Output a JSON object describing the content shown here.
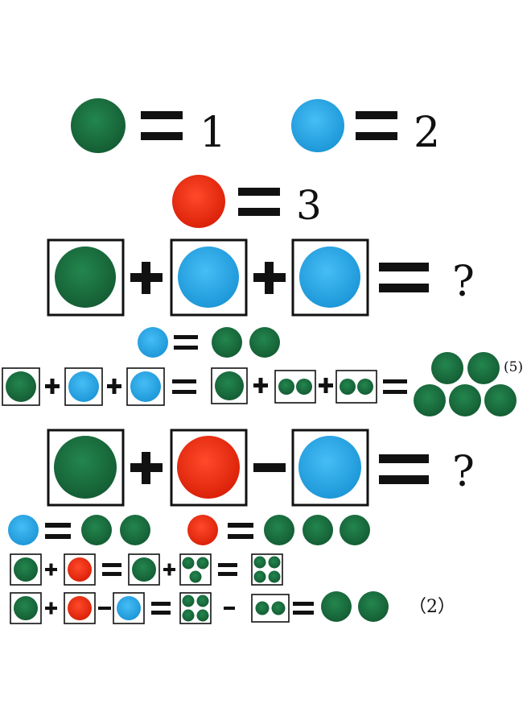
{
  "colors": {
    "green": "#1a7040",
    "blue": "#2aa8e8",
    "red": "#f02a10",
    "ink": "#111111"
  },
  "legend": [
    {
      "icon": "green-circle",
      "color": "green",
      "value": "1"
    },
    {
      "icon": "blue-circle",
      "color": "blue",
      "value": "2"
    },
    {
      "icon": "red-circle",
      "color": "red",
      "value": "3"
    }
  ],
  "problem1": {
    "question": "?",
    "hint_equivalence": {
      "blue": 2
    },
    "answer_label": "(5)",
    "answer_dots": 5
  },
  "problem2": {
    "question": "?",
    "hint_equivalence": {
      "blue": 2,
      "red": 3
    },
    "answer_label": "（2）",
    "answer_dots": 2
  }
}
